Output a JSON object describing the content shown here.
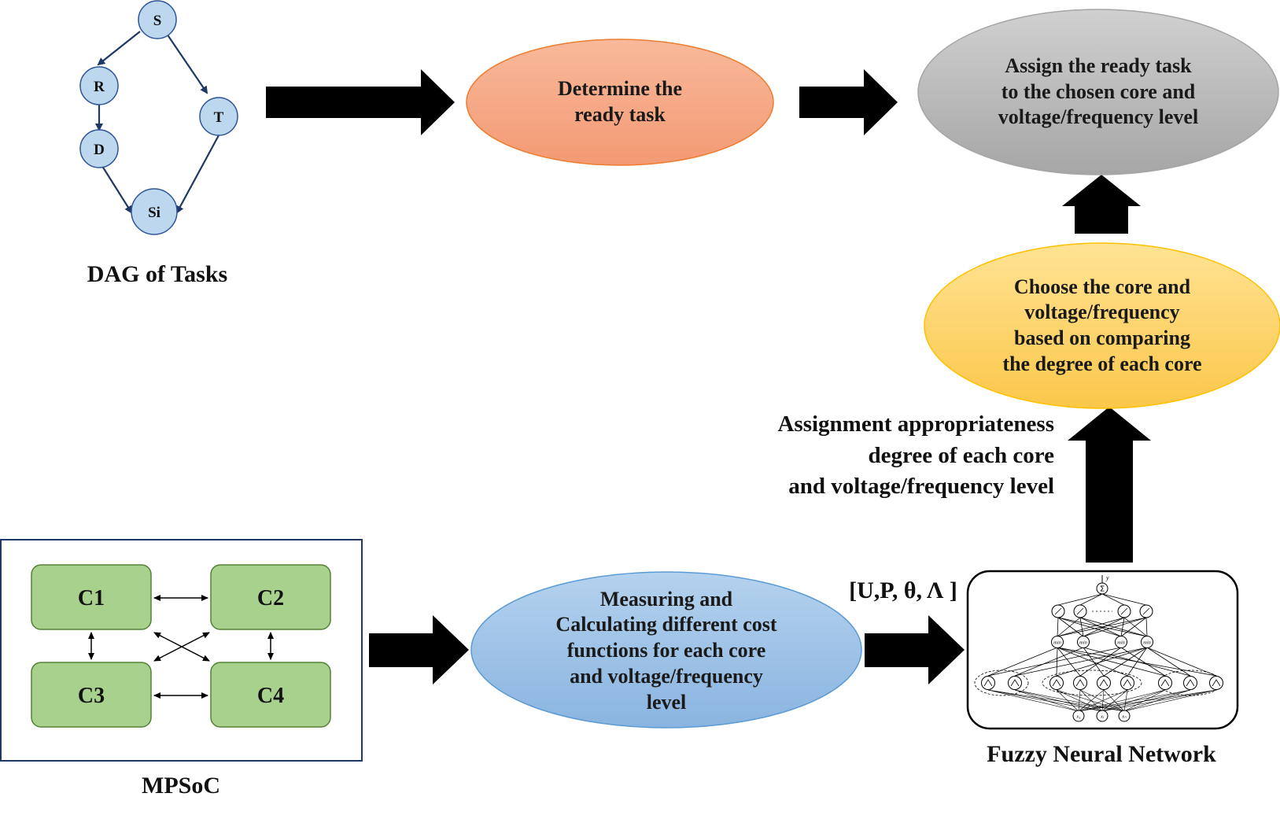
{
  "dag": {
    "nodes": {
      "S": "S",
      "R": "R",
      "T": "T",
      "D": "D",
      "Si": "Si"
    },
    "caption": "DAG of Tasks"
  },
  "steps": {
    "determine": "Determine the\nready task",
    "assign": "Assign the ready task\nto the chosen core and\nvoltage/frequency level",
    "choose": "Choose the core and\nvoltage/frequency\nbased on comparing\nthe degree of each core",
    "measure": "Measuring and\nCalculating different cost\nfunctions for each core\nand voltage/frequency\nlevel"
  },
  "assignment_label": "Assignment appropriateness\ndegree of each core\nand voltage/frequency level",
  "params_label": "[U,P, θ, Λ ]",
  "mpsoc": {
    "cores": [
      "C1",
      "C2",
      "C3",
      "C4"
    ],
    "caption": "MPSoC"
  },
  "fnn": {
    "caption": "Fuzzy Neural Network",
    "output_symbol": "y",
    "sum_symbol": "Σ",
    "min_label": "min",
    "inputs": [
      "x₁",
      "xⱼ",
      "xₙ"
    ]
  },
  "colors": {
    "determine_fill": "#f4a582",
    "assign_fill": "#bfbfbf",
    "choose_fill": "#ffd966",
    "measure_fill": "#9dc3e6",
    "core_fill": "#a9d18e",
    "dag_node_fill": "#bdd7ee",
    "arrow": "#000000",
    "mpsoc_border": "#1f3864"
  }
}
